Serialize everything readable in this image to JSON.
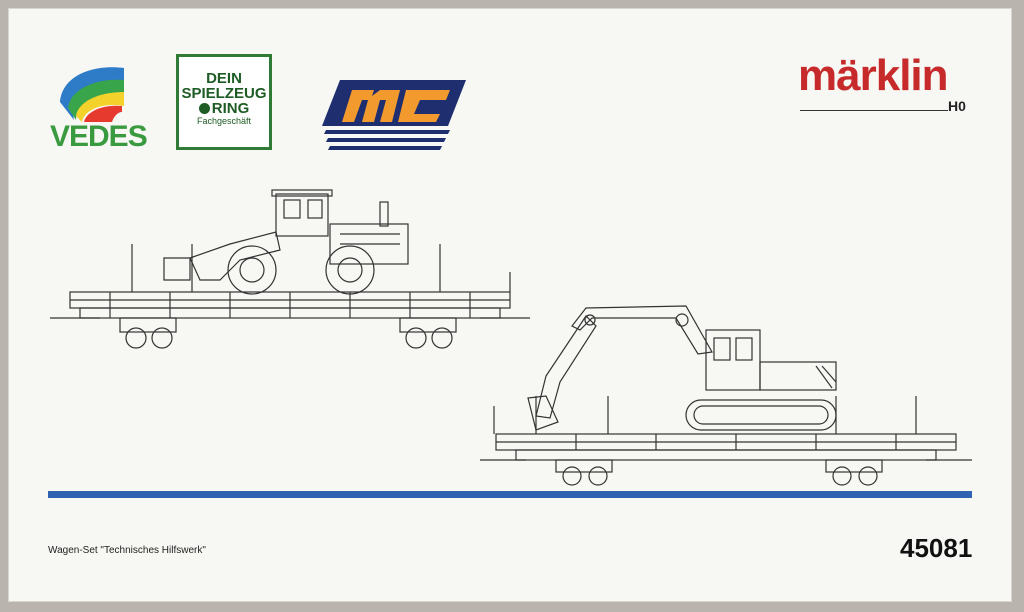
{
  "logos": {
    "vedes": "VEDES",
    "ring_line1": "DEIN",
    "ring_line2": "SPIELZEUG",
    "ring_line3": "RING",
    "ring_line4": "Fachgeschäft",
    "mc": "MC"
  },
  "brand": {
    "name": "märklin",
    "scale": "H0"
  },
  "product": {
    "description": "Wagen-Set \"Technisches Hilfswerk\"",
    "article_number": "45081"
  },
  "colors": {
    "marklin_red": "#c62a2a",
    "stripe_blue": "#2f62b0",
    "ring_green": "#2f7a35",
    "mc_orange": "#f39a2e",
    "mc_navy": "#1f2e6e"
  }
}
